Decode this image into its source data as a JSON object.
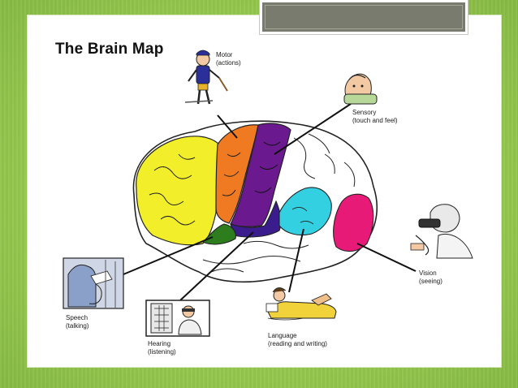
{
  "slide": {
    "background": "#8fc24a",
    "title_box_color": "#7a7b6f"
  },
  "diagram": {
    "title": "The Brain Map",
    "labels": {
      "motor_line1": "Motor",
      "motor_line2": "(actions)",
      "sensory_line1": "Sensory",
      "sensory_line2": "(touch and feel)",
      "vision_line1": "Vision",
      "vision_line2": "(seeing)",
      "speech_line1": "Speech",
      "speech_line2": "(talking)",
      "hearing_line1": "Hearing",
      "hearing_line2": "(listening)",
      "language_line1": "Language",
      "language_line2": "(reading and writing)"
    },
    "region_colors": {
      "frontal": "#f2ee2a",
      "motor": "#f07a22",
      "sensory": "#6a1a8e",
      "language": "#33d0e2",
      "vision": "#e81a78",
      "speech": "#2d7d1e",
      "hearing": "#3b1c8c"
    }
  }
}
